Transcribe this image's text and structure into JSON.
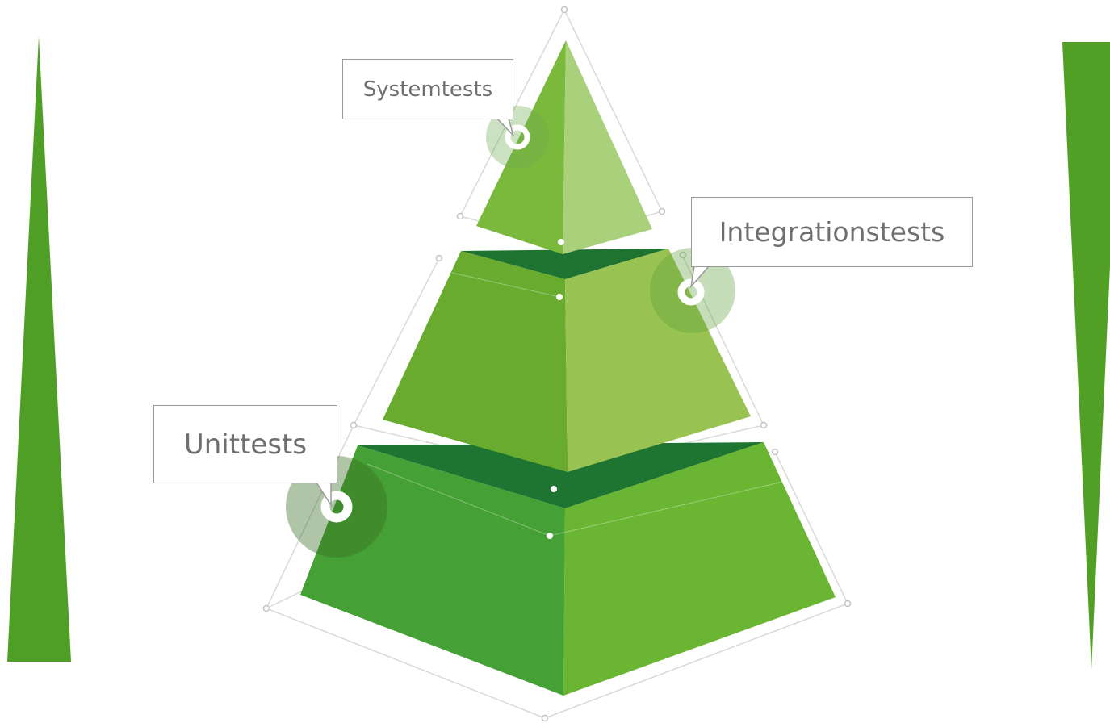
{
  "diagram": {
    "tiers": [
      {
        "id": "top",
        "label": "Systemtests"
      },
      {
        "id": "middle",
        "label": "Integrationstests"
      },
      {
        "id": "bottom",
        "label": "Unittests"
      }
    ]
  },
  "colors": {
    "side_bar_left": "#4f9e26",
    "side_bar_right": "#529f25",
    "top_left_face": "#7bb93c",
    "top_right_face": "#a9d07a",
    "middle_left_face": "#68ab2e",
    "middle_right_face": "#98c352",
    "middle_top_face": "#1f7330",
    "bottom_left_face": "#45a035",
    "bottom_right_face": "#6ab531",
    "bottom_top_face": "#1d7531",
    "outline": "#d8d8d8",
    "callout_border": "#9a9a9a",
    "callout_text": "#6f6f6f"
  }
}
